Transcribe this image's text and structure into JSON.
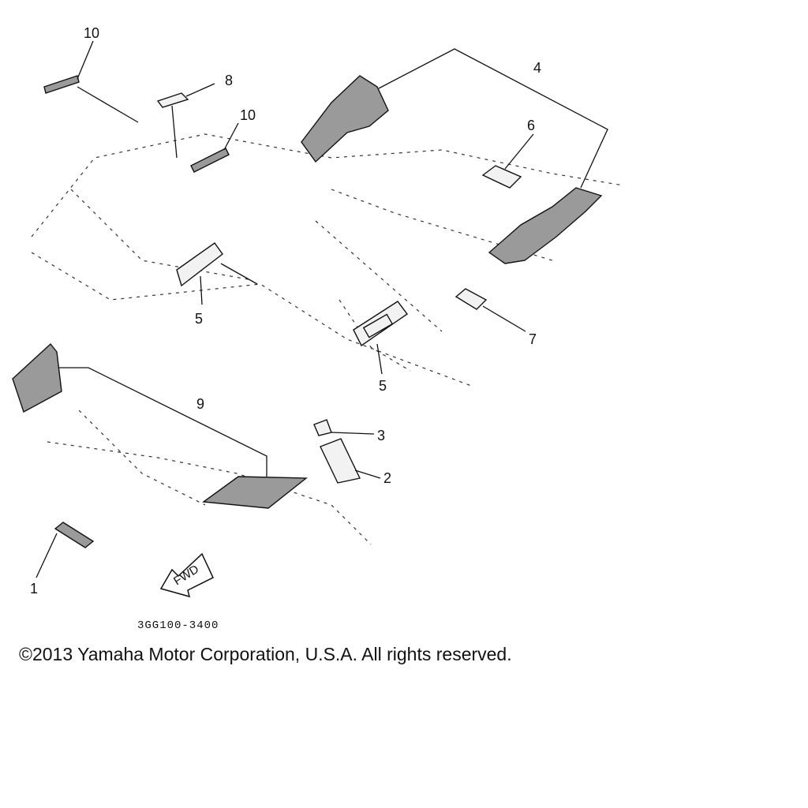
{
  "diagram": {
    "callouts": [
      "10",
      "8",
      "10",
      "4",
      "6",
      "5",
      "7",
      "5",
      "9",
      "3",
      "2",
      "1"
    ],
    "fwd_label": "FWD",
    "figure_code": "3GG100-3400"
  },
  "footer": {
    "copyright": "©2013 Yamaha Motor Corporation, U.S.A. All rights reserved."
  }
}
